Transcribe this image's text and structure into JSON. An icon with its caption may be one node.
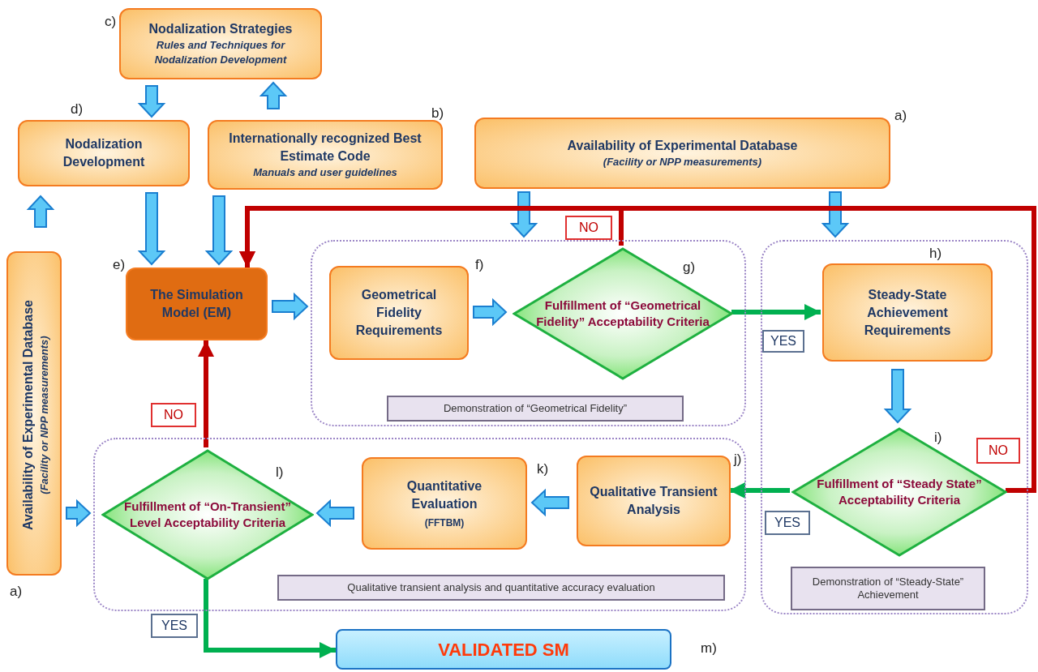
{
  "diagram": {
    "nodes": [
      {
        "text": [
          "Nodalization Strategies",
          "Rules and Techniques for Nodalization Development"
        ],
        "beside": [
          "c)"
        ]
      },
      {
        "text": [
          "Nodalization Development"
        ],
        "beside": [
          "d)"
        ]
      },
      {
        "text": [
          "Internationally recognized Best Estimate Code",
          "Manuals and user guidelines"
        ],
        "beside": [
          "b)"
        ]
      },
      {
        "text": [
          "Availability of Experimental Database",
          "(Facility or NPP measurements)"
        ],
        "beside": [
          "a)"
        ]
      },
      {
        "text": [
          "Availability of Experimental Database",
          "(Facility or NPP measurements)"
        ],
        "beside": [
          "a)"
        ]
      },
      {
        "text": [
          "The Simulation Model (EM)"
        ],
        "beside": [
          "e)"
        ]
      },
      {
        "text": [],
        "shape": "box"
      },
      {
        "text": [
          "Geometrical Fidelity Requirements"
        ],
        "in": 6,
        "beside": [
          "f)"
        ]
      },
      {
        "text": [
          "Fulfillment of “Geometrical Fidelity” Acceptability Criteria"
        ],
        "in": 6,
        "beside": [
          "g)"
        ]
      },
      {
        "text": [
          "Demonstration of “Geometrical Fidelity”"
        ],
        "in": 6
      },
      {
        "text": [],
        "shape": "box"
      },
      {
        "text": [
          "Steady-State Achievement Requirements"
        ],
        "in": 10,
        "beside": [
          "h)"
        ]
      },
      {
        "text": [
          "Fulfillment of “Steady State” Acceptability Criteria"
        ],
        "in": 10,
        "beside": [
          "i)"
        ]
      },
      {
        "text": [
          "Demonstration of “Steady-State” Achievement"
        ],
        "in": 10
      },
      {
        "text": [],
        "shape": "box"
      },
      {
        "text": [
          "Fulfillment of “On-Transient” Level Acceptability Criteria"
        ],
        "in": 14,
        "beside": [
          "l)"
        ]
      },
      {
        "text": [
          "Quantitative Evaluation",
          "(FFTBM)"
        ],
        "in": 14,
        "beside": [
          "k)"
        ]
      },
      {
        "text": [
          "Qualitative Transient Analysis"
        ],
        "in": 14,
        "beside": [
          "j)"
        ]
      },
      {
        "text": [
          "Qualitative transient analysis and quantitative accuracy evaluation"
        ],
        "in": 14
      },
      {
        "text": [
          "VALIDATED SM"
        ],
        "beside": [
          "m)"
        ]
      }
    ],
    "edges": [
      {
        "from": 0,
        "to": 1,
        "arrow": "to"
      },
      {
        "from": 2,
        "to": 0,
        "arrow": "to"
      },
      {
        "from": 4,
        "to": 1,
        "arrow": "to"
      },
      {
        "from": 1,
        "to": 5,
        "arrow": "to"
      },
      {
        "from": 2,
        "to": 5,
        "arrow": "to"
      },
      {
        "from": 3,
        "to": 6,
        "arrow": "to"
      },
      {
        "from": 3,
        "to": 10,
        "arrow": "to"
      },
      {
        "from": 5,
        "to": 6,
        "arrow": "to"
      },
      {
        "from": 7,
        "to": 8,
        "arrow": "to"
      },
      {
        "from": 8,
        "to": 11,
        "arrow": "to",
        "label": "YES",
        "color": "#00b050"
      },
      {
        "from": 8,
        "to": 5,
        "arrow": "to",
        "label": "NO",
        "color": "#c00000"
      },
      {
        "from": 11,
        "to": 12,
        "arrow": "to"
      },
      {
        "from": 12,
        "to": 17,
        "arrow": "to",
        "label": "YES",
        "color": "#00b050"
      },
      {
        "from": 12,
        "to": 5,
        "arrow": "to",
        "label": "NO",
        "color": "#c00000"
      },
      {
        "from": 17,
        "to": 16,
        "arrow": "to"
      },
      {
        "from": 16,
        "to": 15,
        "arrow": "to"
      },
      {
        "from": 4,
        "to": 14,
        "arrow": "to"
      },
      {
        "from": 15,
        "to": 5,
        "arrow": "to",
        "label": "NO",
        "color": "#c00000"
      },
      {
        "from": 15,
        "to": 19,
        "arrow": "to",
        "label": "YES",
        "color": "#00b050"
      }
    ]
  }
}
